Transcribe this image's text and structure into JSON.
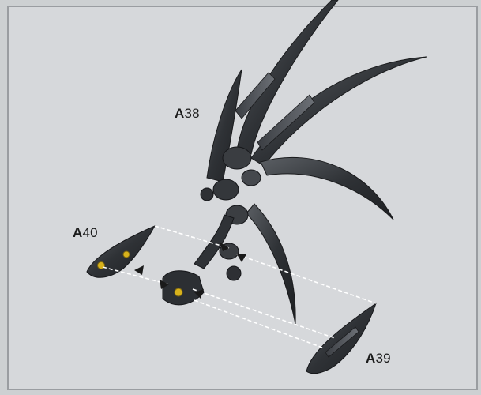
{
  "callouts": [
    {
      "id": "A38",
      "letter": "A",
      "number": "38"
    },
    {
      "id": "A40",
      "letter": "A",
      "number": "40"
    },
    {
      "id": "A39",
      "letter": "A",
      "number": "39"
    }
  ],
  "colors": {
    "background": "#d6d8db",
    "part_dark": "#2a2c2f",
    "part_mid": "#4a4d52",
    "part_light": "#8a8e94",
    "peg_yellow": "#d8b21c",
    "guide_line": "#ffffff"
  }
}
